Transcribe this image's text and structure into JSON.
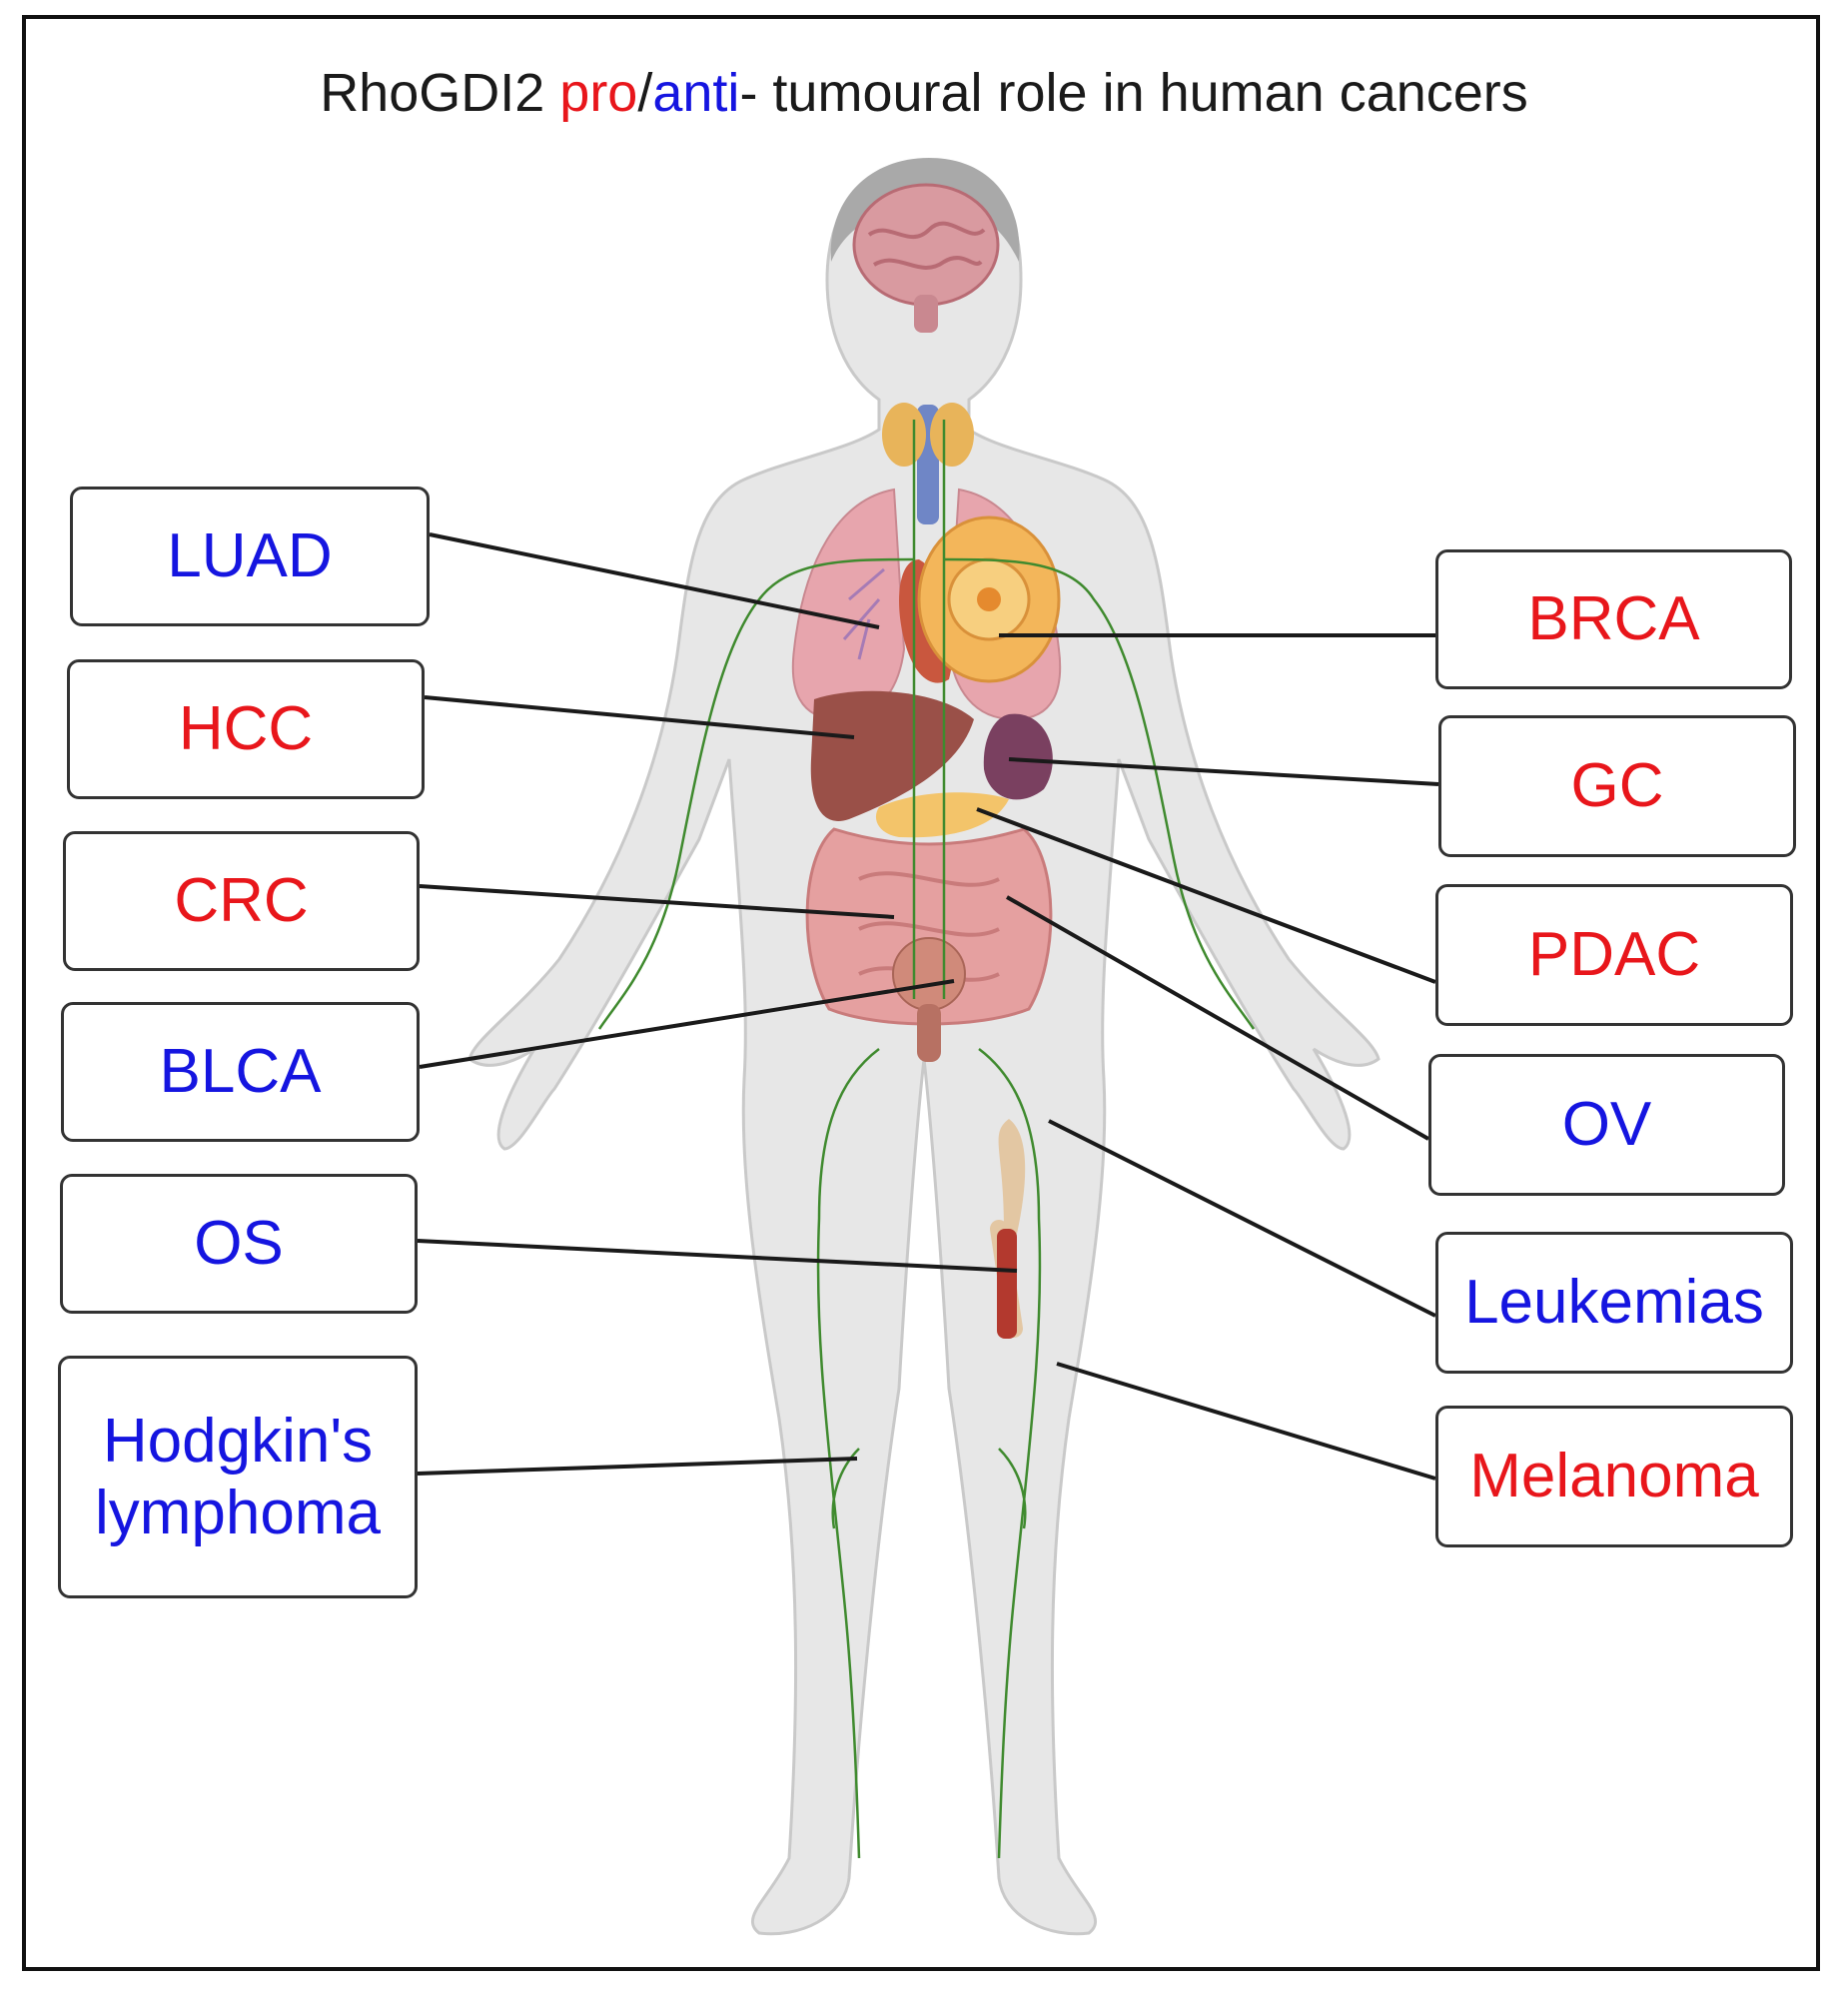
{
  "title": {
    "prefix": "RhoGDI2 ",
    "pro": "pro",
    "slash": "/",
    "anti": "anti",
    "suffix": "- tumoural role in human cancers"
  },
  "colors": {
    "pro": "#e8161b",
    "anti": "#1515e0",
    "connector": "#1a1a1a",
    "lymph": "#3f8a2e",
    "body": "#e7e7e7"
  },
  "left_labels": [
    {
      "id": "luad",
      "text": "LUAD",
      "role": "anti"
    },
    {
      "id": "hcc",
      "text": "HCC",
      "role": "pro"
    },
    {
      "id": "crc",
      "text": "CRC",
      "role": "pro"
    },
    {
      "id": "blca",
      "text": "BLCA",
      "role": "anti"
    },
    {
      "id": "os",
      "text": "OS",
      "role": "anti"
    },
    {
      "id": "hodgkin",
      "text": "Hodgkin's\nlymphoma",
      "role": "anti"
    }
  ],
  "right_labels": [
    {
      "id": "brca",
      "text": "BRCA",
      "role": "pro"
    },
    {
      "id": "gc",
      "text": "GC",
      "role": "pro"
    },
    {
      "id": "pdac",
      "text": "PDAC",
      "role": "pro"
    },
    {
      "id": "ov",
      "text": "OV",
      "role": "anti"
    },
    {
      "id": "leukemias",
      "text": "Leukemias",
      "role": "anti"
    },
    {
      "id": "melanoma",
      "text": "Melanoma",
      "role": "pro"
    }
  ]
}
